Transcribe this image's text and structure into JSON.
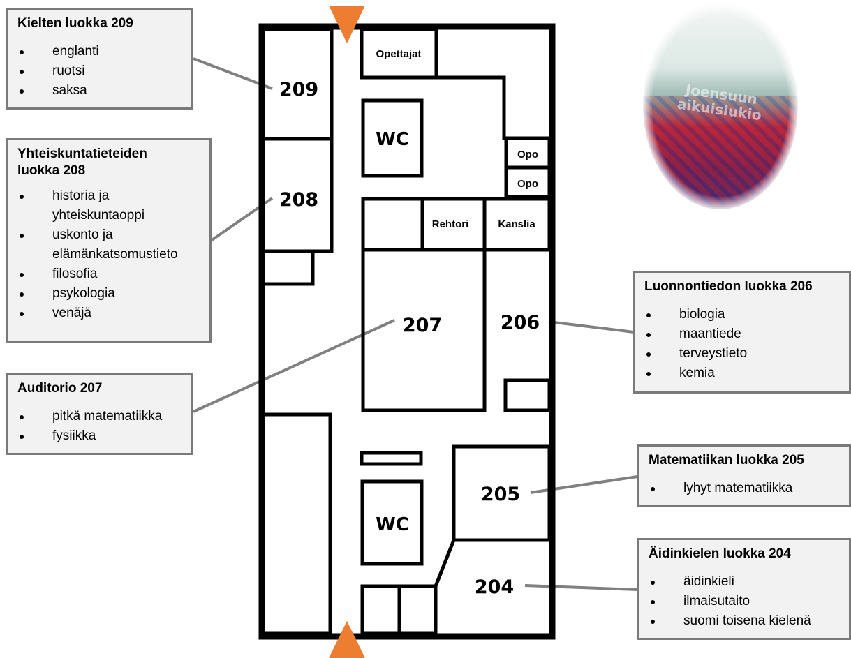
{
  "rooms": {
    "r209": "209",
    "r208": "208",
    "r207": "207",
    "r206": "206",
    "r205": "205",
    "r204": "204",
    "wc_top": "WC",
    "wc_bottom": "WC",
    "opettajat": "Opettajat",
    "opo1": "Opo",
    "opo2": "Opo",
    "rehtori": "Rehtori",
    "kanslia": "Kanslia"
  },
  "boxes": {
    "b209": {
      "title": "Kielten luokka 209",
      "items": [
        "englanti",
        "ruotsi",
        "saksa"
      ]
    },
    "b208": {
      "title_line1": "Yhteiskuntatieteiden",
      "title_line2": "luokka 208",
      "items": [
        "historia ja",
        "yhteiskuntaoppi",
        "uskonto ja",
        "elämänkatsomustieto",
        "filosofia",
        "psykologia",
        "venäjä"
      ]
    },
    "b207": {
      "title": "Auditorio 207",
      "items": [
        "pitkä matematiikka",
        "fysiikka"
      ]
    },
    "b206": {
      "title": "Luonnontiedon luokka 206",
      "items": [
        "biologia",
        "maantiede",
        "terveystieto",
        "kemia"
      ]
    },
    "b205": {
      "title": "Matematiikan luokka 205",
      "items": [
        "lyhyt matematiikka"
      ]
    },
    "b204": {
      "title": "Äidinkielen luokka 204",
      "items": [
        "äidinkieli",
        "ilmaisutaito",
        "suomi toisena kielenä"
      ]
    }
  },
  "photo": {
    "watermark_line1": "Joensuun",
    "watermark_line2": "aikuislukio"
  },
  "colors": {
    "arrow": "#ed7d31",
    "wall": "#000000",
    "connector": "#808080",
    "box_border": "#7a7a7a",
    "box_fill": "#f2f2f2"
  }
}
